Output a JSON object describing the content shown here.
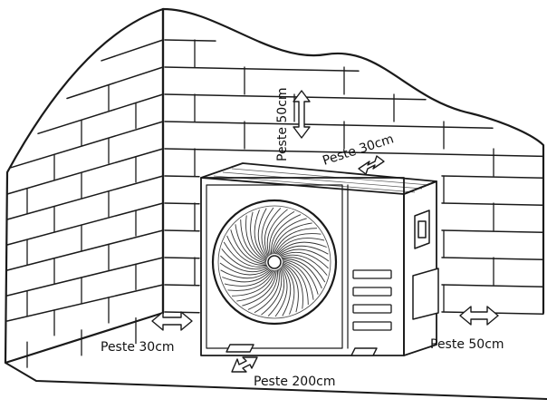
{
  "labels": {
    "top": "Peste 50cm",
    "rear": "Peste 30cm",
    "left": "Peste 30cm",
    "right": "Peste 50cm",
    "front": "Peste 200cm"
  },
  "icons": {
    "top_arrow": "double-arrow-vertical-icon",
    "rear_arrow": "double-arrow-diagonal-icon",
    "left_arrow": "double-arrow-horizontal-icon",
    "right_arrow": "double-arrow-horizontal-icon",
    "front_arrow": "double-arrow-diagonal-icon",
    "fan": "fan-icon"
  },
  "colors": {
    "ink": "#1a1a1a",
    "background": "#ffffff"
  }
}
